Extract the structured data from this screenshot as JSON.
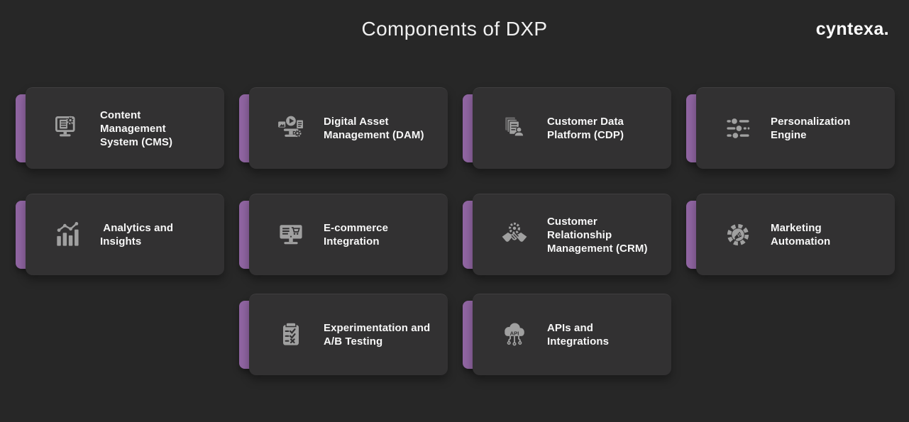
{
  "page": {
    "title": "Components of DXP",
    "logo": "cyntexa."
  },
  "colors": {
    "background": "#272727",
    "card": "#323132",
    "accent_purple": "#9065a2",
    "icon_gray": "#a0a0a0",
    "text": "#f7f7f7"
  },
  "cards": [
    {
      "label": "Content\nManagement\nSystem (CMS)",
      "icon": "cms-monitor-document-gear-icon"
    },
    {
      "label": "Digital Asset\nManagement (DAM)",
      "icon": "media-assets-monitor-icon"
    },
    {
      "label": "Customer Data\nPlatform (CDP)",
      "icon": "documents-person-icon"
    },
    {
      "label": "Personalization\nEngine",
      "icon": "sliders-icon"
    },
    {
      "label": " Analytics and\nInsights",
      "icon": "bar-chart-trend-icon"
    },
    {
      "label": "E-commerce\nIntegration",
      "icon": "monitor-shopping-cart-icon"
    },
    {
      "label": "Customer\nRelationship\nManagement (CRM)",
      "icon": "gear-handshake-icon"
    },
    {
      "label": "Marketing\nAutomation",
      "icon": "gear-megaphone-icon"
    },
    {
      "label": "Experimentation and\nA/B Testing",
      "icon": "clipboard-checklist-icon"
    },
    {
      "label": "APIs and\nIntegrations",
      "icon": "api-cloud-icon"
    }
  ]
}
